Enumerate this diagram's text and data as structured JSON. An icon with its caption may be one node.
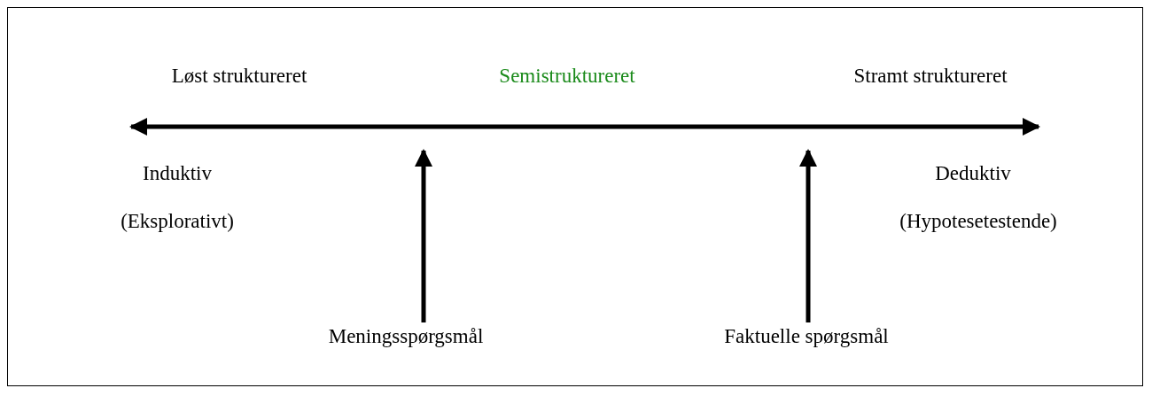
{
  "diagram": {
    "nodes": [
      {
        "text": [
          "Meningsspørgsmål"
        ]
      },
      {
        "text": [
          "Faktuelle spørgsmål"
        ]
      }
    ],
    "edges": [
      {
        "from": 0,
        "to": null,
        "arrow": "to"
      },
      {
        "from": 1,
        "to": null,
        "arrow": "to"
      }
    ],
    "labels": [
      "Løst struktureret",
      "Semistruktureret",
      "Stramt struktureret",
      "Induktiv",
      "(Eksplorativt)",
      "Deduktiv",
      "(Hypotesetestende)"
    ]
  }
}
